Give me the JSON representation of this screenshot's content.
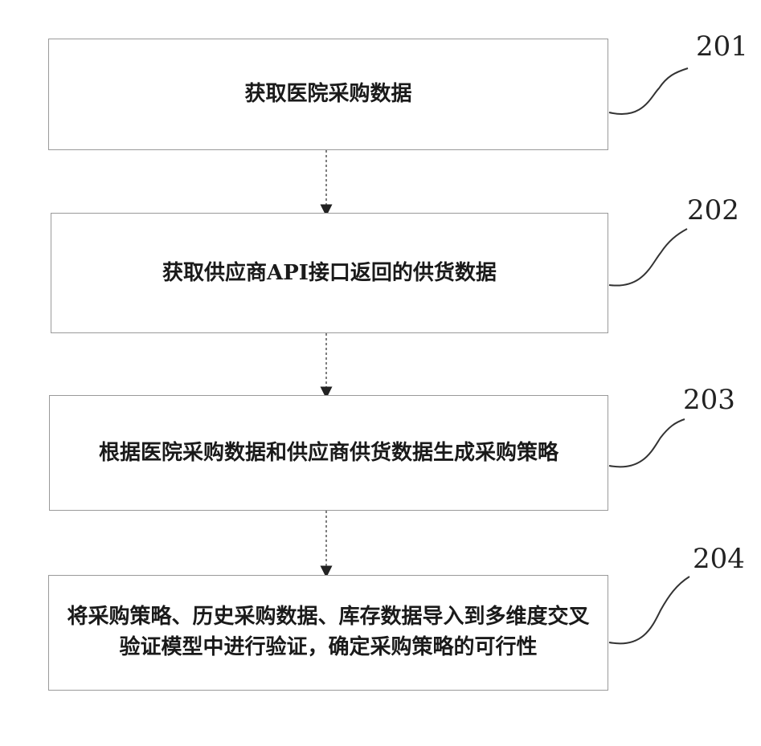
{
  "steps": [
    {
      "id": "201",
      "text": "获取医院采购数据"
    },
    {
      "id": "202",
      "text": "获取供应商API接口返回的供货数据"
    },
    {
      "id": "203",
      "text": "根据医院采购数据和供应商供货数据生成采购策略"
    },
    {
      "id": "204",
      "text": "将采购策略、历史采购数据、库存数据导入到多维度交叉验证模型中进行验证，确定采购策略的可行性"
    }
  ]
}
